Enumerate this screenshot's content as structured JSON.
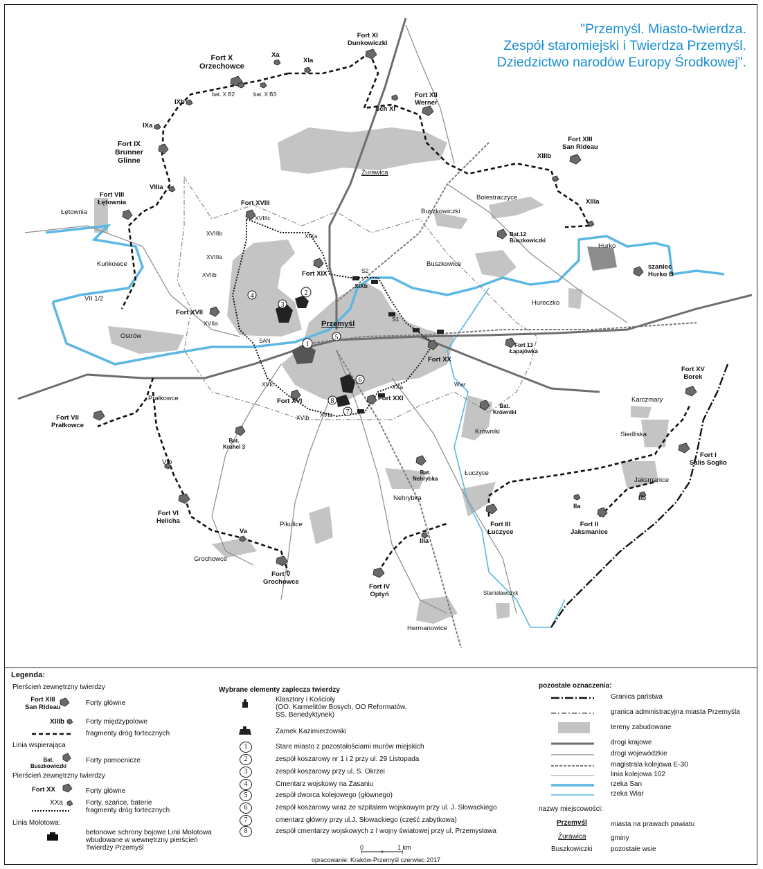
{
  "title": {
    "line1": "\"Przemyśl. Miasto-twierdza.",
    "line2": "Zespół staromiejski i Twierdza Przemyśl.",
    "line3": "Dziedzictwo narodów Europy Środkowej\"."
  },
  "colors": {
    "river": "#5bb7e3",
    "built": "#c4c4c4",
    "road": "#6d6d6d",
    "title": "#1b8fcf"
  },
  "map": {
    "forts_main_outer": [
      {
        "name": "Fort X",
        "sub": "Orzechowce"
      },
      {
        "name": "Fort XI",
        "sub": "Dunkowiczki"
      },
      {
        "name": "Fort XII",
        "sub": "Werner"
      },
      {
        "name": "Fort XIII",
        "sub": "San Rideau"
      },
      {
        "name": "Fort IX",
        "sub": "Brunner",
        "sub2": "Glinne"
      },
      {
        "name": "Fort VIII",
        "sub": "Łętownia"
      },
      {
        "name": "Fort VII",
        "sub": "Prałkowce"
      },
      {
        "name": "Fort VI",
        "sub": "Helicha"
      },
      {
        "name": "Fort V",
        "sub": "Grochowce"
      },
      {
        "name": "Fort IV",
        "sub": "Optyń"
      },
      {
        "name": "Fort III",
        "sub": "Łuczyce"
      },
      {
        "name": "Fort II",
        "sub": "Jaksmanice"
      },
      {
        "name": "Fort I",
        "sub": "Salis Soglio"
      },
      {
        "name": "Fort XV",
        "sub": "Borek"
      }
    ],
    "inter_forts": [
      "Xa",
      "XIa",
      "IXb",
      "IXa",
      "VIIIa",
      "VII 1/2",
      "XIIIb",
      "XIIIa",
      "VIb",
      "Va",
      "IIIa",
      "IIa",
      "IIb",
      "Sch XI"
    ],
    "batteries": [
      "bat. X B2",
      "bat. X B3"
    ],
    "aux_batteries": [
      {
        "name": "Bat.12",
        "sub": "Buszkowiczki"
      },
      {
        "name": "Bat.",
        "sub": "Krówniki"
      },
      {
        "name": "Bat.",
        "sub": "Nehrybka"
      },
      {
        "name": "Bat.",
        "sub": "Kruhel 3"
      },
      {
        "name": "Fort 13",
        "sub": "Łapajówka"
      },
      {
        "name": "szaniec",
        "sub": "Hurko B"
      }
    ],
    "forts_inner": [
      "Fort XVIII",
      "Fort XIX",
      "Fort XVII",
      "Fort XVI",
      "Fort XX",
      "Fort XXI"
    ],
    "inner_small": [
      "XVIIIc",
      "XVIIIb",
      "XVIIIa",
      "XVIIb",
      "XVIIa",
      "XIXa",
      "XIXb",
      "S2",
      "S1",
      "XXa",
      "XVIc",
      "XVIb",
      "XVIa"
    ],
    "villages": [
      "Żurawica",
      "Bolestraczyce",
      "Buszkowiczki",
      "Łętownia",
      "Kuńkowce",
      "Buszkowice",
      "Hurko",
      "Hureczko",
      "Ostrów",
      "Karczmary",
      "Siedliska",
      "Jaksmanice",
      "Prałkowce",
      "Krówniki",
      "Łuczyce",
      "Nehrybka",
      "Pikulice",
      "Grochowce",
      "Stanisławczyk",
      "Hermanowice",
      "Wiar",
      "SAN"
    ],
    "city": "Przemyśl",
    "numbers": [
      "1",
      "2",
      "3",
      "4",
      "5",
      "6",
      "7",
      "8"
    ]
  },
  "legend": {
    "title": "Legenda:",
    "col1": {
      "outer_ring": "Pierścień zewnętrzny twierdzy",
      "main_forts_example_a": "Fort XIII",
      "main_forts_example_b": "San Rideau",
      "main_forts": "Forty główne",
      "inter_example": "XIIIb",
      "inter_forts": "Forty międzypolowe",
      "roads_fort": "fragmenty dróg fortecznych",
      "support_line": "Linia wspierająca",
      "aux_example_a": "Bat.",
      "aux_example_b": "Buszkowiczki",
      "aux_forts": "Forty pomocnicze",
      "inner_ring": "Pierścień zewnętrzny twierdzy",
      "inner_example": "Fort XX",
      "inner_main": "Forty główne",
      "small_example": "XXa",
      "small_forts": "Forty, szańce, baterie",
      "small_roads": "fragmenty dróg fortecznych",
      "molotov": "Linia Mołotowa:",
      "molotov_desc1": "betonowe schrony bojowe Linii Mołotowa",
      "molotov_desc2": "wbudowane w wewnętrzny pierścień",
      "molotov_desc3": "Twierdzy Przemyśl"
    },
    "col2": {
      "title": "Wybrane elementy zaplecza twierdzy",
      "monastery1": "Klasztory i Kościoły",
      "monastery2": "(OO. Karmelitów Bosych, OO Reformatów,",
      "monastery3": "SS. Benedyktynek)",
      "castle": "Zamek Kazimierzowski",
      "items": [
        "Stare miasto z pozostałościami murów miejskich",
        "zespół koszarowy nr 1 i 2 przy ul. 29 Listopada",
        "zespół koszarowy przy ul. S. Okrzei",
        "Cmentarz wojskowy na Zasaniu",
        "zespół dworca kolejowego (głównego)",
        "zespół koszarowy wraz ze szpitalem wojskowym przy ul. J. Słowackiego",
        "cmentarz główny przy ul.J. Słowackiego (część zabytkowa)",
        "zespół cmentarzy wojskowych z I wojny światowej przy ul. Przemysława"
      ],
      "scale_0": "0",
      "scale_1": "1 km",
      "credit": "opracowanie: Kraków-Przemyśl czerwiec 2017"
    },
    "col3": {
      "title": "pozostałe oznaczenia:",
      "items": [
        "Granica państwa",
        "granica administracyjna miasta Przemyśla",
        "tereny zabudowane",
        "drogi krajowe",
        "drogi wojewódzkie",
        "magistrala kolejowa E-30",
        "linia kolejowa 102",
        "rzeka San",
        "rzeka Wiar"
      ],
      "place_names": "nazwy miejscowości:",
      "ex1": "Przemyśl",
      "ex1_desc": "miasta na prawach powiatu",
      "ex2": "Żurawica",
      "ex2_desc": "gminy",
      "ex3": "Buszkowiczki",
      "ex3_desc": "pozostałe wsie"
    }
  }
}
